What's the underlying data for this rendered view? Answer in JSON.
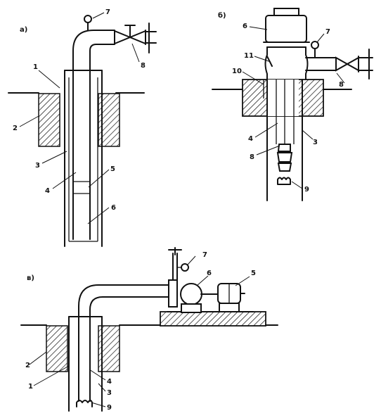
{
  "panels": [
    {
      "id": "a",
      "title": "a)"
    },
    {
      "id": "b",
      "title": "б)"
    },
    {
      "id": "c",
      "title": "в)"
    }
  ],
  "labels": {
    "a": {
      "l1": "1",
      "l2": "2",
      "l3": "3",
      "l4": "4",
      "l5": "5",
      "l6": "6",
      "l7": "7",
      "l8": "8"
    },
    "b": {
      "l3": "3",
      "l4": "4",
      "l6": "6",
      "l7": "7",
      "l8": "8",
      "l9": "9",
      "l10": "10",
      "l11": "11",
      "l8b": "8"
    },
    "c": {
      "l1": "1",
      "l2": "2",
      "l3": "3",
      "l4": "4",
      "l5": "5",
      "l6": "6",
      "l7": "7",
      "l9": "9"
    }
  },
  "colors": {
    "ink": "#111111",
    "paper": "#ffffff"
  }
}
